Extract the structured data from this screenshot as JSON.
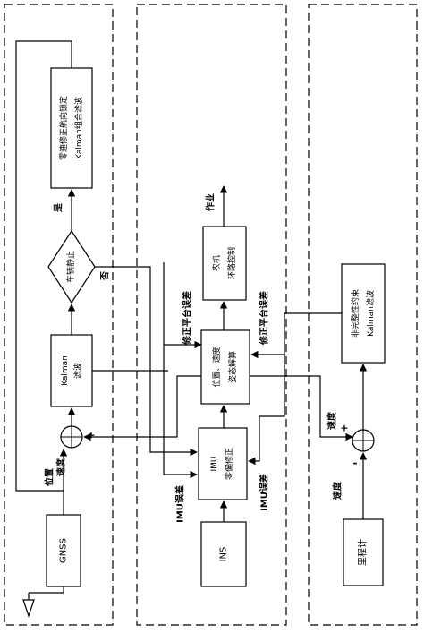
{
  "blocks": {
    "gnss": "GNSS",
    "kalman_filter": [
      "Kalman",
      "滤波"
    ],
    "vehicle_static": "车辆静止",
    "zero_speed_kalman": [
      "零速修正航向锁定",
      "Kalman组合滤波"
    ],
    "ins": "INS",
    "imu_correction": [
      "IMU",
      "零偏修正"
    ],
    "nav_solution": [
      "位置、速度",
      "姿态解算"
    ],
    "farm_control": [
      "农机",
      "环路控制"
    ],
    "odometer": "里程计",
    "nonholonomic_kalman": [
      "非完整性约束",
      "Kalman滤波"
    ]
  },
  "labels": {
    "yes": "是",
    "no": "否",
    "operation": "作业",
    "position": "位置",
    "velocity": "速度",
    "plus": "+",
    "minus": "-",
    "platform_error_correction": "修正平台误差",
    "imu_error": "IMU误差",
    "speed": "速度"
  }
}
